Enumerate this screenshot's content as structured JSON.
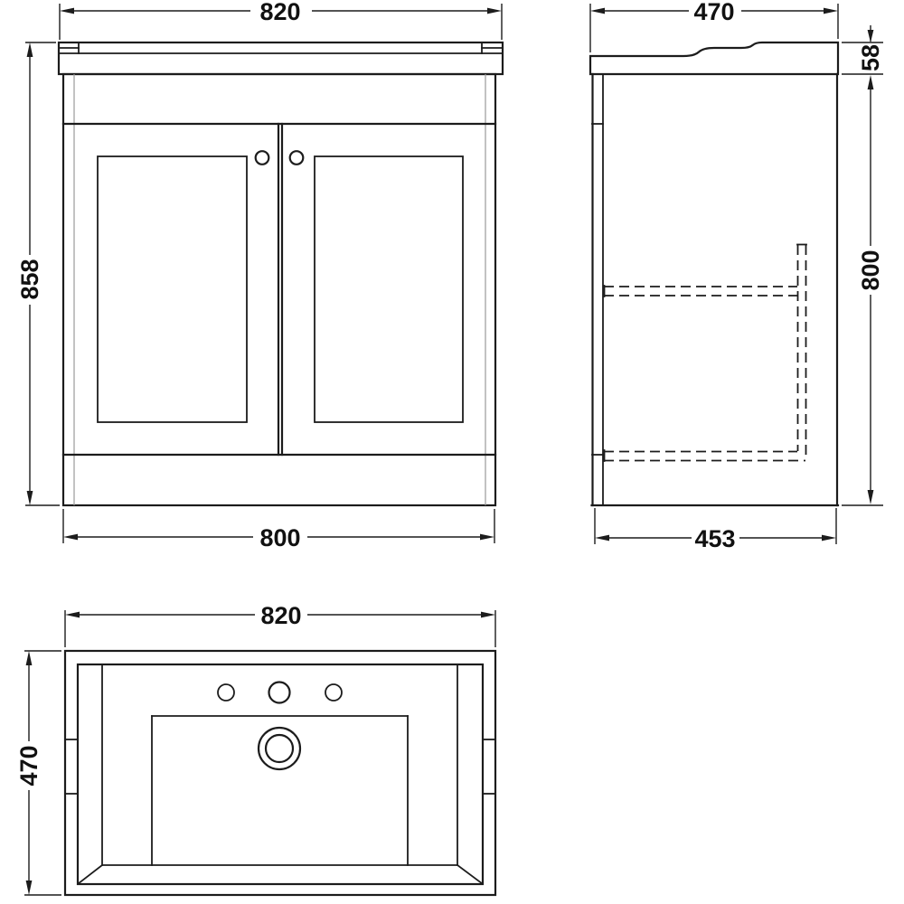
{
  "drawing": {
    "type": "technical-drawing",
    "subject": "two-door vanity unit with basin",
    "line_color": "#1c1c1c",
    "background": "#ffffff",
    "front_view": {
      "dim_width_top": "820",
      "dim_height_left": "858",
      "dim_width_bottom": "800"
    },
    "side_view": {
      "dim_depth_top": "470",
      "dim_counter_height": "58",
      "dim_body_height": "800",
      "dim_depth_bottom": "453"
    },
    "plan_view": {
      "dim_width_top": "820",
      "dim_depth_left": "470"
    }
  }
}
